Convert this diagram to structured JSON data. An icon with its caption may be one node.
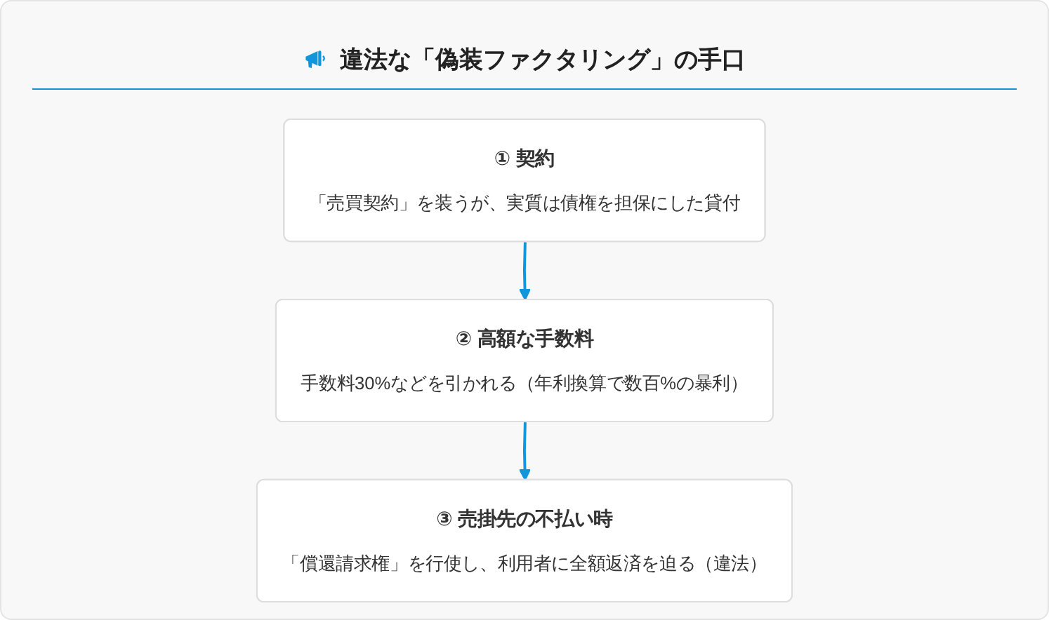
{
  "diagram": {
    "title": "違法な「偽装ファクタリング」の手口",
    "nodes": [
      {
        "text": [
          "① 契約",
          "「売買契約」を装うが、実質は債権を担保にした貸付"
        ]
      },
      {
        "text": [
          "② 高額な手数料",
          "手数料30%などを引かれる（年利換算で数百%の暴利）"
        ]
      },
      {
        "text": [
          "③ 売掛先の不払い時",
          "「償還請求権」を行使し、利用者に全額返済を迫る（違法）"
        ]
      }
    ],
    "edges": [
      {
        "from": 0,
        "to": 1,
        "arrow": "to"
      },
      {
        "from": 1,
        "to": 2,
        "arrow": "to"
      }
    ]
  }
}
